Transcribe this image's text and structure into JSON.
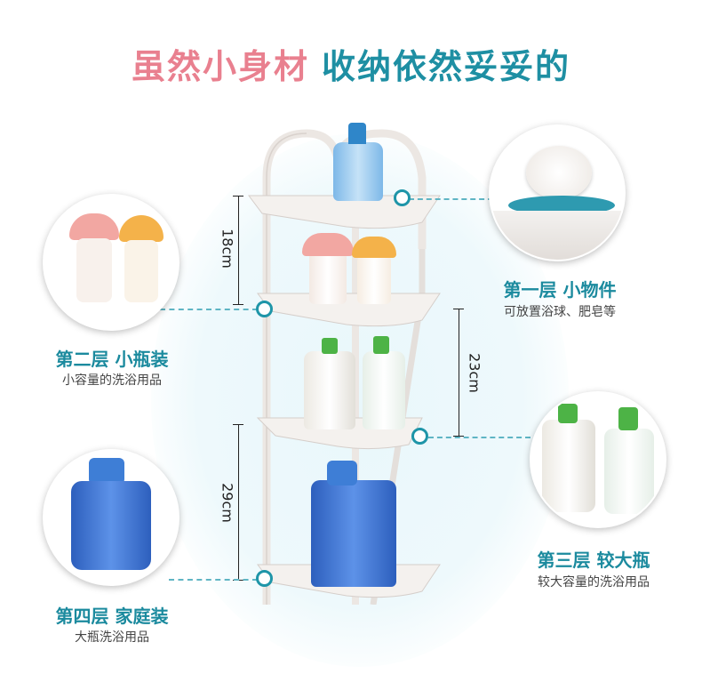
{
  "headline": {
    "part1": "虽然小身材",
    "part2": "收纳依然妥妥的"
  },
  "tiers": {
    "first": {
      "title": "第一层 小物件",
      "subtitle": "可放置浴球、肥皂等"
    },
    "second": {
      "title": "第二层 小瓶装",
      "subtitle": "小容量的洗浴用品"
    },
    "third": {
      "title": "第三层 较大瓶",
      "subtitle": "较大容量的洗浴用品"
    },
    "fourth": {
      "title": "第四层 家庭装",
      "subtitle": "大瓶洗浴用品"
    }
  },
  "dimensions": {
    "top_gap": "18cm",
    "middle_gap": "23cm",
    "bottom_gap": "29cm"
  },
  "colors": {
    "headline_pink": "#e9808f",
    "headline_teal": "#1e8fa3",
    "accent": "#1e95a8"
  }
}
